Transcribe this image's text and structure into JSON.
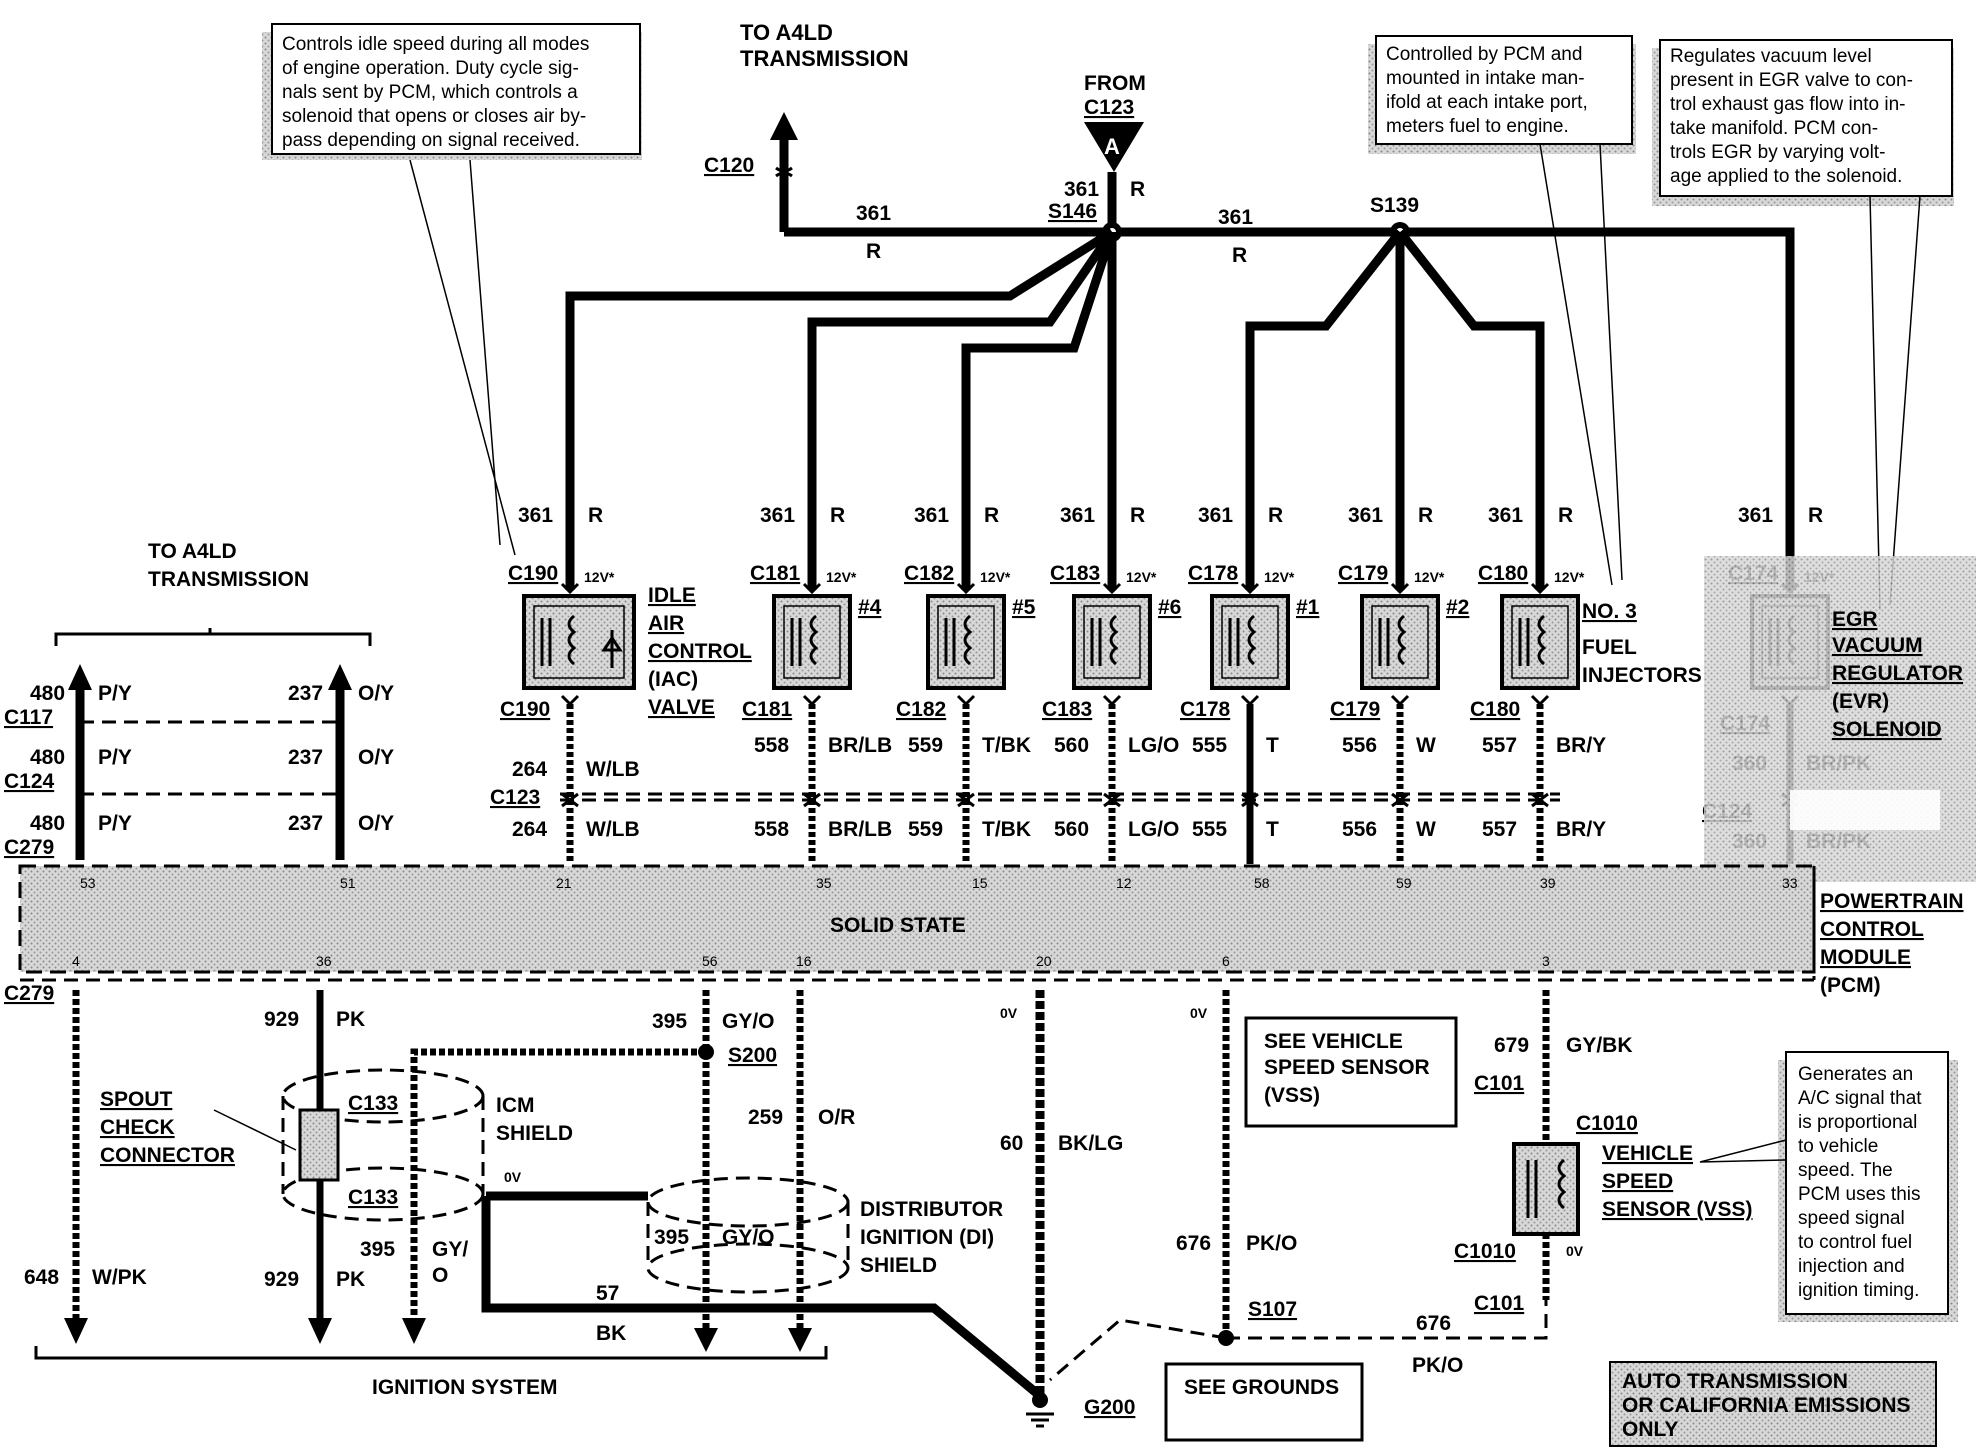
{
  "notes": {
    "iac": [
      "Controls idle speed during all modes",
      "of engine operation. Duty cycle sig-",
      "nals sent by PCM, which controls a",
      "solenoid that opens or closes air by-",
      "pass depending on signal received."
    ],
    "injectors": [
      "Controlled by PCM and",
      "mounted in intake man-",
      "ifold at each intake port,",
      "meters fuel to engine."
    ],
    "egr": [
      "Regulates vacuum level",
      "present in EGR valve to con-",
      "trol exhaust gas flow into in-",
      "take manifold. PCM con-",
      "trols EGR by varying volt-",
      "age applied to the solenoid."
    ],
    "vss": [
      "Generates an",
      "A/C signal that",
      "is proportional",
      "to vehicle",
      "speed. The",
      "PCM uses this",
      "speed signal",
      "to control fuel",
      "injection and",
      "ignition timing."
    ]
  },
  "labels": {
    "to_a4ld_top": [
      "TO A4LD",
      "TRANSMISSION"
    ],
    "to_a4ld_left": [
      "TO A4LD",
      "TRANSMISSION"
    ],
    "from": "FROM",
    "c123_top": "C123",
    "a": "A",
    "c120": "C120",
    "s146": "S146",
    "s139": "S139",
    "w361": "361",
    "r": "R",
    "v12": "12V*",
    "iac_name": [
      "IDLE",
      "AIR",
      "CONTROL",
      "(IAC)",
      "VALVE"
    ],
    "fuel_inj_name": [
      "NO. 3",
      "FUEL",
      "INJECTORS"
    ],
    "egr_name": [
      "EGR",
      "VACUUM",
      "REGULATOR",
      "(EVR)",
      "SOLENOID"
    ],
    "pcm_name": [
      "POWERTRAIN",
      "CONTROL",
      "MODULE",
      "(PCM)"
    ],
    "solid_state": "SOLID STATE",
    "c117": "C117",
    "c124": "C124",
    "c279": "C279",
    "c123_mid": "C123",
    "c124_right": "C124",
    "spout": [
      "SPOUT",
      "CHECK",
      "CONNECTOR"
    ],
    "icm_shield": [
      "ICM",
      "SHIELD"
    ],
    "di_shield": [
      "DISTRIBUTOR",
      "IGNITION (DI)",
      "SHIELD"
    ],
    "c133": "C133",
    "s200": "S200",
    "s107": "S107",
    "g200": "G200",
    "see_vss": [
      "SEE VEHICLE",
      "SPEED SENSOR",
      "(VSS)"
    ],
    "see_grounds": "SEE GROUNDS",
    "ignition_system": "IGNITION SYSTEM",
    "vss_name": [
      "VEHICLE",
      "SPEED",
      "SENSOR (VSS)"
    ],
    "c101": "C101",
    "c1010": "C1010",
    "ov": "0V",
    "auto_trans": [
      "AUTO TRANSMISSION",
      "OR CALIFORNIA EMISSIONS",
      "ONLY"
    ]
  },
  "left_wires": [
    {
      "c": "C117",
      "a": "480",
      "ac": "P/Y",
      "b": "237",
      "bc": "O/Y"
    },
    {
      "c": "C124",
      "a": "480",
      "ac": "P/Y",
      "b": "237",
      "bc": "O/Y"
    },
    {
      "c": "C279",
      "a": "480",
      "ac": "P/Y",
      "b": "237",
      "bc": "O/Y"
    }
  ],
  "components": [
    {
      "conn": "C190",
      "num": "264",
      "color": "W/LB",
      "tag": ""
    },
    {
      "conn": "C181",
      "num": "558",
      "color": "BR/LB",
      "tag": "#4"
    },
    {
      "conn": "C182",
      "num": "559",
      "color": "T/BK",
      "tag": "#5"
    },
    {
      "conn": "C183",
      "num": "560",
      "color": "LG/O",
      "tag": "#6"
    },
    {
      "conn": "C178",
      "num": "555",
      "color": "T",
      "tag": "#1"
    },
    {
      "conn": "C179",
      "num": "556",
      "color": "W",
      "tag": "#2"
    },
    {
      "conn": "C180",
      "num": "557",
      "color": "BR/Y",
      "tag": ""
    },
    {
      "conn": "C174",
      "num": "360",
      "color": "BR/PK",
      "tag": ""
    }
  ],
  "pins_top": [
    "53",
    "51",
    "21",
    "35",
    "15",
    "12",
    "58",
    "59",
    "39",
    "33"
  ],
  "pins_bottom": [
    "4",
    "36",
    "56",
    "16",
    "20",
    "6",
    "3"
  ],
  "lower_wires": {
    "w648": "648",
    "c648": "W/PK",
    "w929": "929",
    "c929": "PK",
    "w395": "395",
    "c395": "GY/O",
    "c395b": [
      "GY/",
      "O"
    ],
    "w259": "259",
    "c259": "O/R",
    "w60": "60",
    "c60": "BK/LG",
    "w676": "676",
    "c676": "PK/O",
    "w679": "679",
    "c679": "GY/BK",
    "w57": "57",
    "c57": "BK"
  }
}
